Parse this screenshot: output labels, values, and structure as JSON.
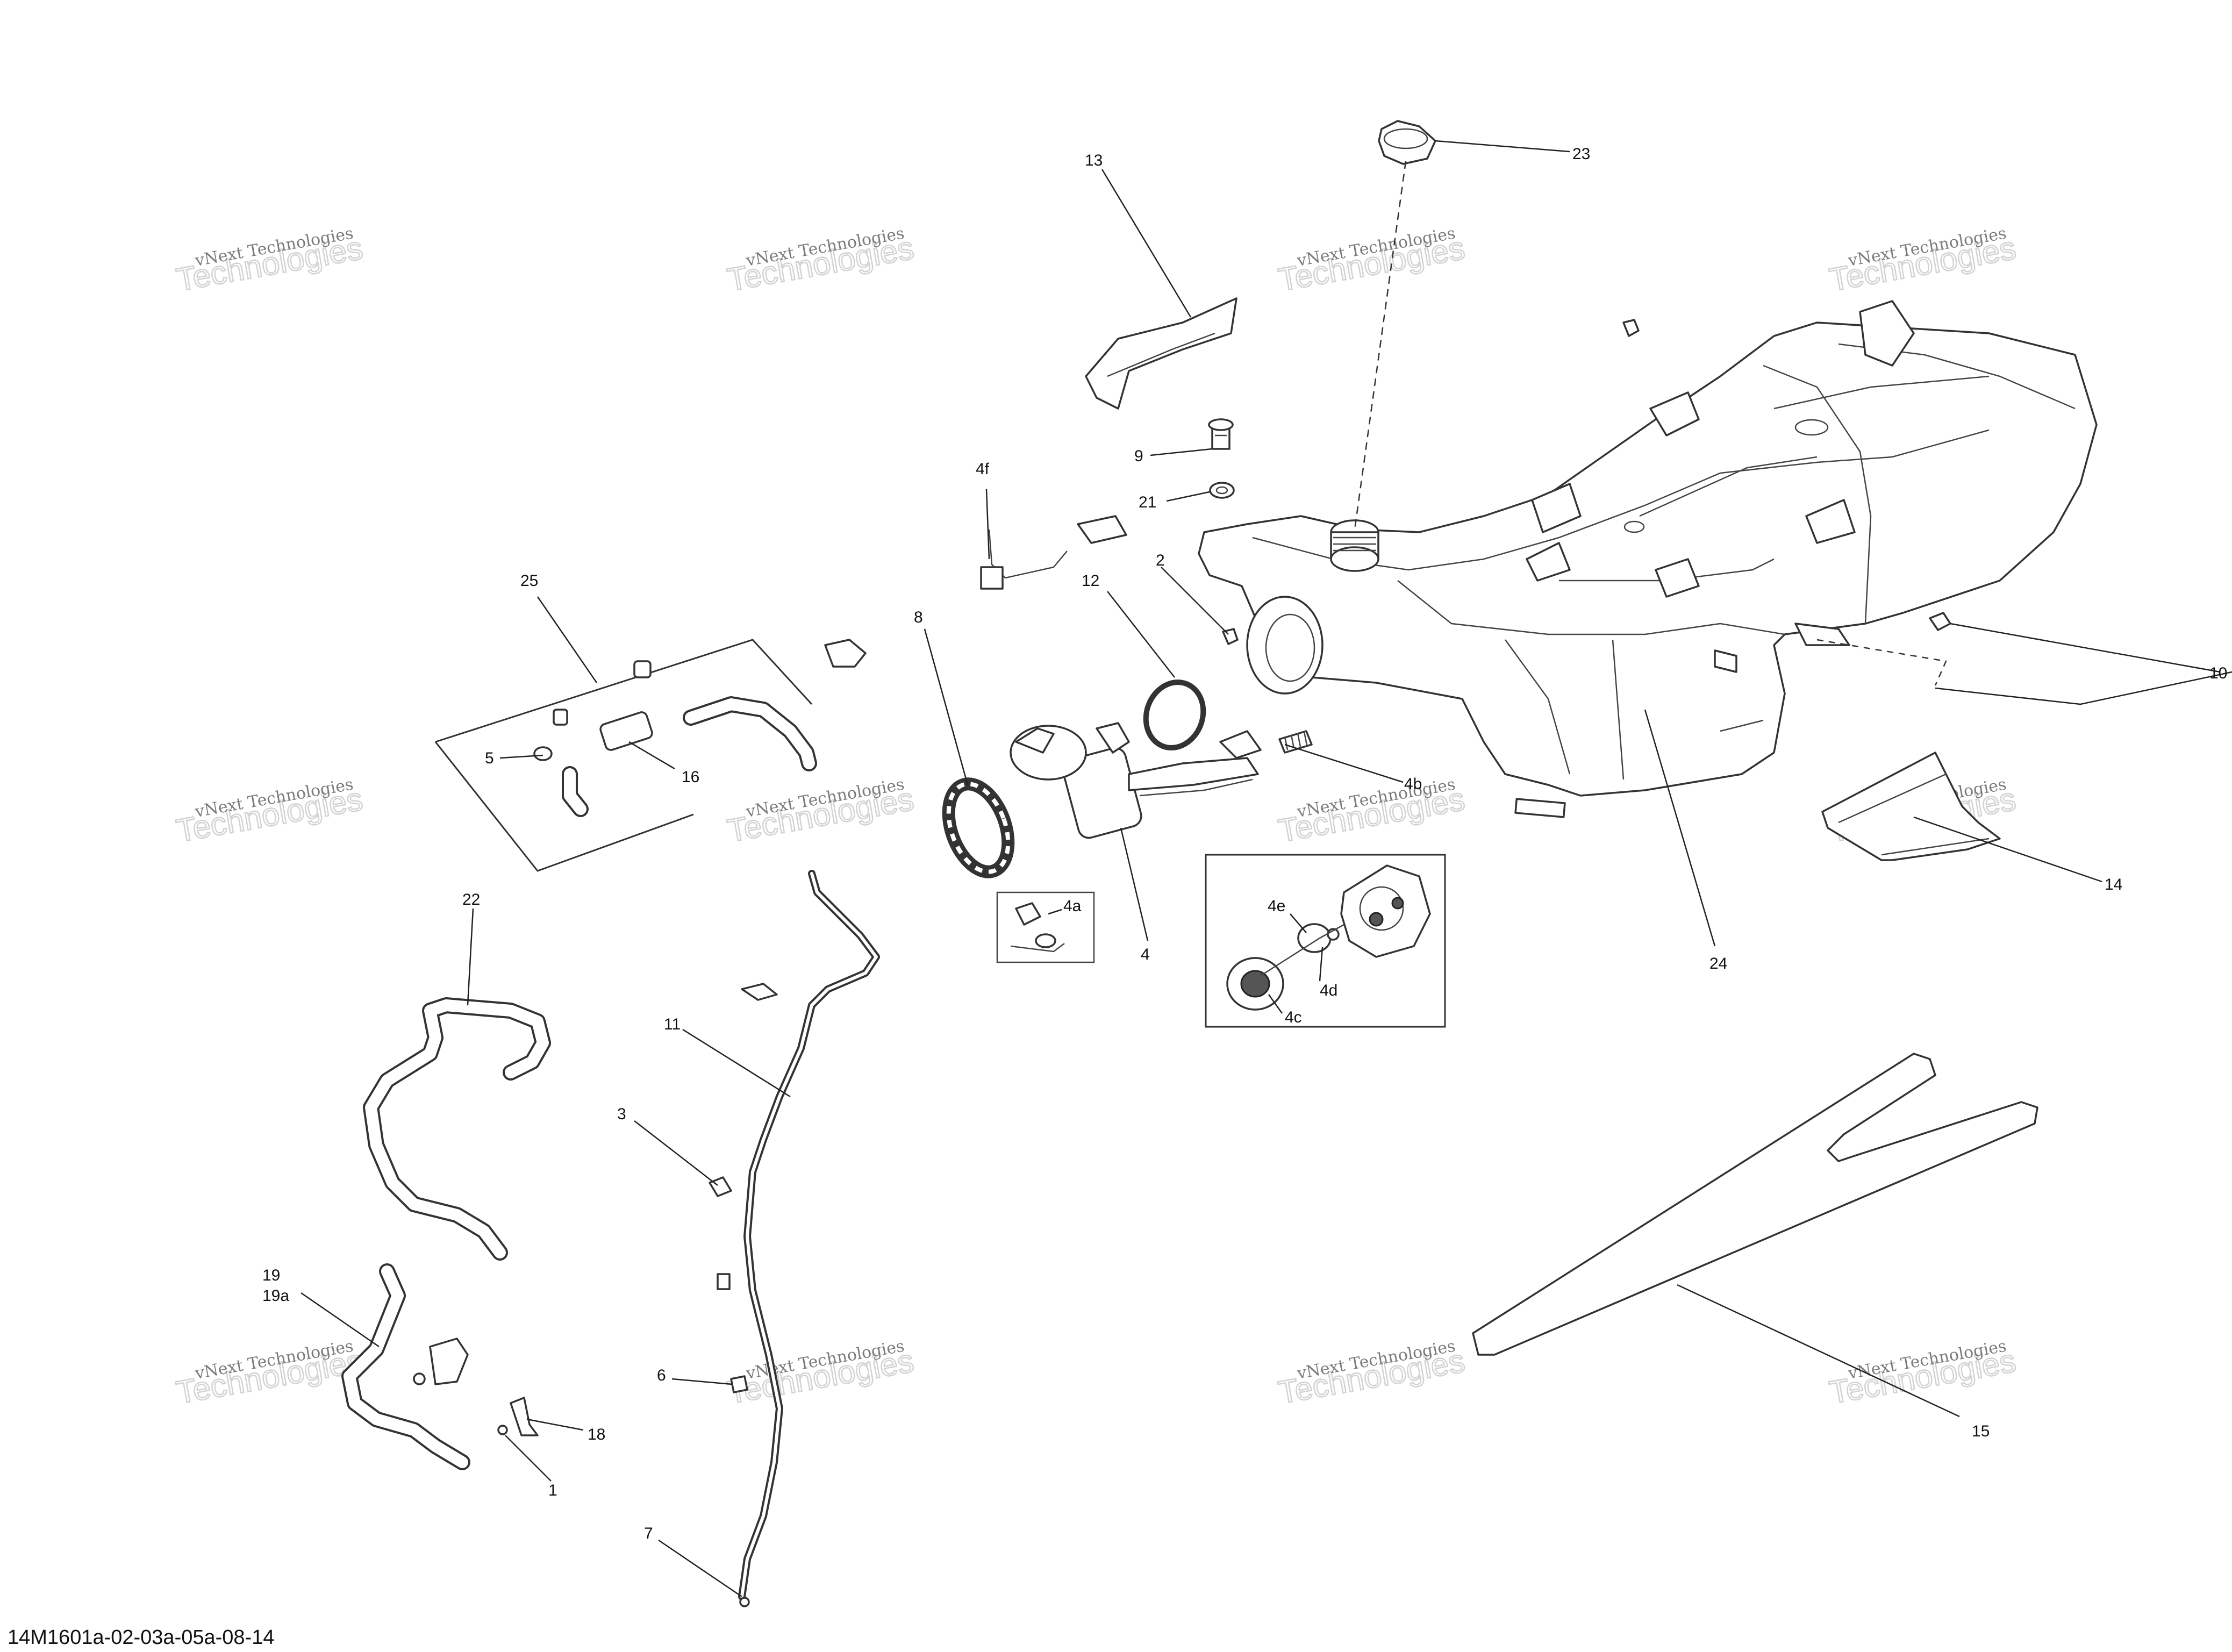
{
  "drawing_code": "14M1601a-02-03a-05a-08-14",
  "watermark": {
    "line1": "vNext Technologies",
    "line2": "Technologies"
  },
  "callouts": [
    {
      "id": "23",
      "text": "23"
    },
    {
      "id": "13",
      "text": "13"
    },
    {
      "id": "9",
      "text": "9"
    },
    {
      "id": "21",
      "text": "21"
    },
    {
      "id": "4f",
      "text": "4f"
    },
    {
      "id": "25",
      "text": "25"
    },
    {
      "id": "2",
      "text": "2"
    },
    {
      "id": "12",
      "text": "12"
    },
    {
      "id": "8",
      "text": "8"
    },
    {
      "id": "10",
      "text": "10"
    },
    {
      "id": "5",
      "text": "5"
    },
    {
      "id": "16",
      "text": "16"
    },
    {
      "id": "4b",
      "text": "4b"
    },
    {
      "id": "14",
      "text": "14"
    },
    {
      "id": "24",
      "text": "24"
    },
    {
      "id": "22",
      "text": "22"
    },
    {
      "id": "4a",
      "text": "4a"
    },
    {
      "id": "4",
      "text": "4"
    },
    {
      "id": "4e",
      "text": "4e"
    },
    {
      "id": "4d",
      "text": "4d"
    },
    {
      "id": "4c",
      "text": "4c"
    },
    {
      "id": "11",
      "text": "11"
    },
    {
      "id": "3",
      "text": "3"
    },
    {
      "id": "19",
      "text": "19"
    },
    {
      "id": "19a",
      "text": "19a"
    },
    {
      "id": "6",
      "text": "6"
    },
    {
      "id": "18",
      "text": "18"
    },
    {
      "id": "1",
      "text": "1"
    },
    {
      "id": "7",
      "text": "7"
    },
    {
      "id": "15",
      "text": "15"
    }
  ]
}
